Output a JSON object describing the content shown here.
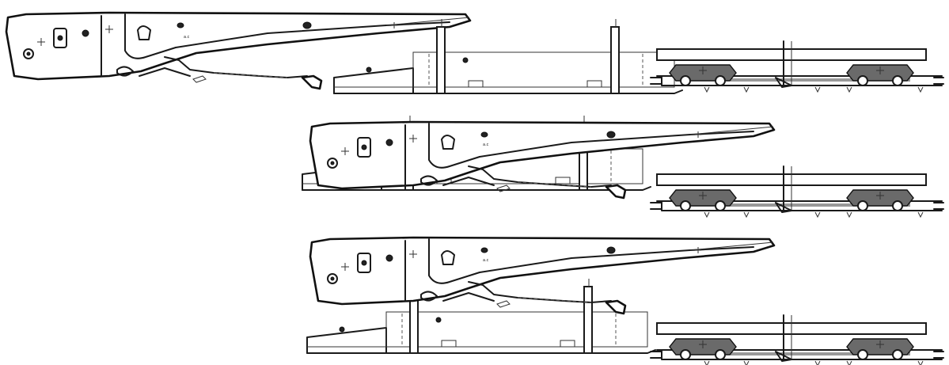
{
  "figure": {
    "small_label": "a.c",
    "panels": [
      {
        "id": "stage-1"
      },
      {
        "id": "stage-2"
      },
      {
        "id": "stage-3"
      }
    ]
  }
}
